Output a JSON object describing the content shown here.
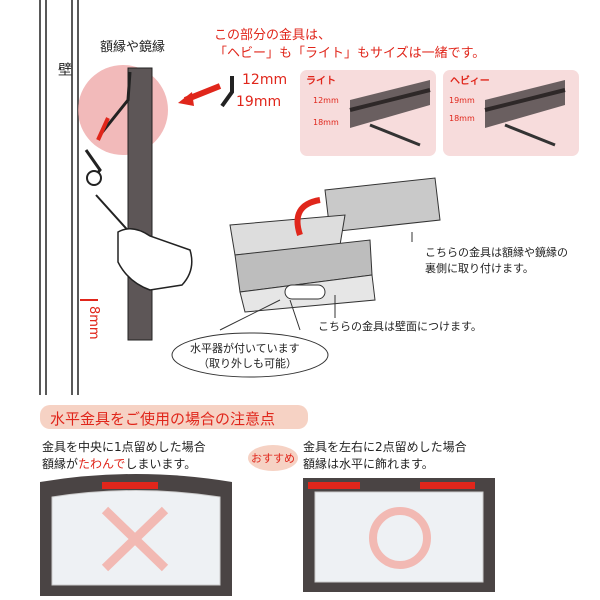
{
  "wall_label": "壁",
  "frame_label": "額縁や鏡縁",
  "note": {
    "line1": "この部分の金具は、",
    "line2": "「ヘビー」も「ライト」もサイズは一緒です。"
  },
  "dims": {
    "top": "12mm",
    "bottom": "19mm",
    "wall_gap": "8mm"
  },
  "light_panel": {
    "title": "ライト",
    "dim_top": "12mm",
    "dim_bottom": "18mm"
  },
  "heavy_panel": {
    "title": "ヘビィー",
    "dim_top": "19mm",
    "dim_bottom": "18mm"
  },
  "callouts": {
    "frame_side_line1": "こちらの金具は額縁や鏡縁の",
    "frame_side_line2": "裏側に取り付けます。",
    "wall_side": "こちらの金具は壁面につけます。",
    "level_line1": "水平器が付いています",
    "level_line2": "（取り外しも可能）"
  },
  "caution": {
    "heading": "水平金具をご使用の場合の注意点",
    "bad_line1": "金具を中央に1点留めした場合",
    "bad_line2_pre": "額縁が",
    "bad_line2_em": "たわんで",
    "bad_line2_post": "しまいます。",
    "badge": "おすすめ",
    "good_line1": "金具を左右に2点留めした場合",
    "good_line2": "額縁は水平に飾れます。"
  },
  "colors": {
    "accent": "#e0261b",
    "pink": "#f6d2c4",
    "panel": "#f7dcdc"
  }
}
